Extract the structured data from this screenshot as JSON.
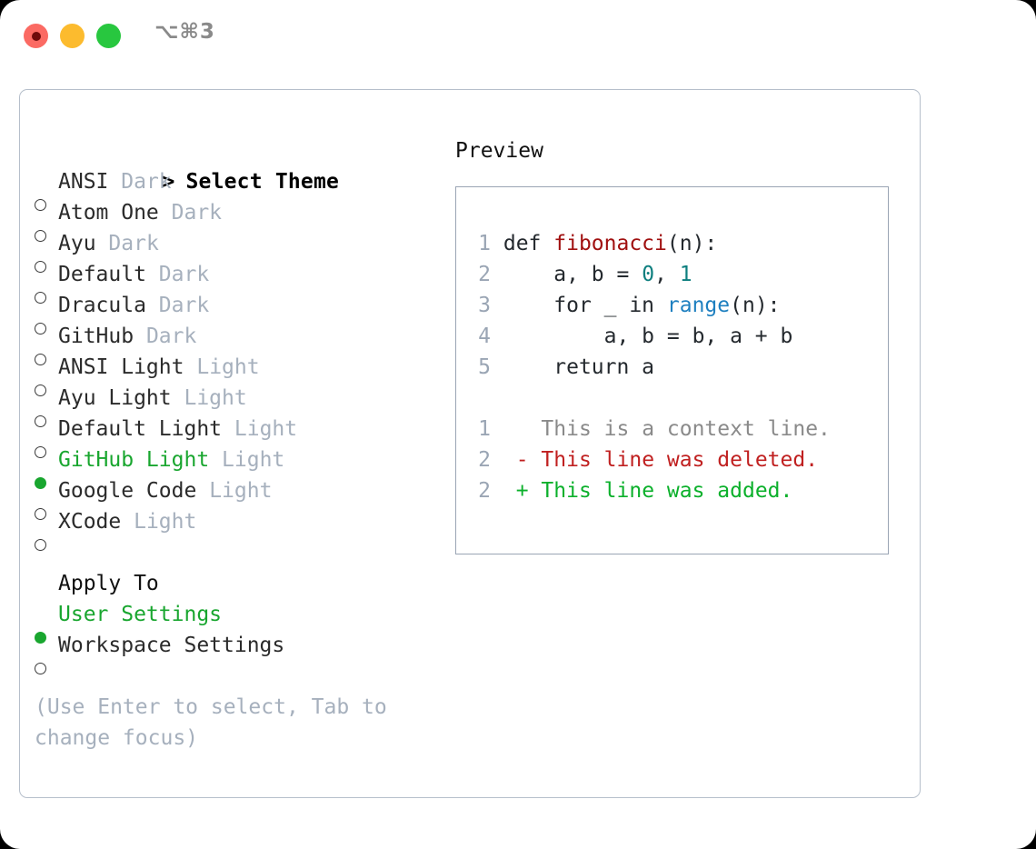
{
  "window": {
    "shortcut_label": "⌥⌘3",
    "traffic_lights": [
      {
        "name": "close",
        "color": "#fb6a63"
      },
      {
        "name": "minimize",
        "color": "#fcbb2e"
      },
      {
        "name": "zoom",
        "color": "#28c73f"
      }
    ]
  },
  "theme_picker": {
    "header_caret": ">",
    "header_label": "Select Theme",
    "items": [
      {
        "label": "ANSI",
        "tag": "Dark",
        "selected": false
      },
      {
        "label": "Atom One",
        "tag": "Dark",
        "selected": false
      },
      {
        "label": "Ayu",
        "tag": "Dark",
        "selected": false
      },
      {
        "label": "Default",
        "tag": "Dark",
        "selected": false
      },
      {
        "label": "Dracula",
        "tag": "Dark",
        "selected": false
      },
      {
        "label": "GitHub",
        "tag": "Dark",
        "selected": false
      },
      {
        "label": "ANSI Light",
        "tag": "Light",
        "selected": false
      },
      {
        "label": "Ayu Light",
        "tag": "Light",
        "selected": false
      },
      {
        "label": "Default Light",
        "tag": "Light",
        "selected": false
      },
      {
        "label": "GitHub Light",
        "tag": "Light",
        "selected": true
      },
      {
        "label": "Google Code",
        "tag": "Light",
        "selected": false
      },
      {
        "label": "XCode",
        "tag": "Light",
        "selected": false
      }
    ]
  },
  "apply_to": {
    "header_label": "Apply To",
    "items": [
      {
        "label": "User Settings",
        "selected": true
      },
      {
        "label": "Workspace Settings",
        "selected": false
      }
    ]
  },
  "hint": {
    "text": "(Use Enter to select, Tab to change focus)"
  },
  "preview": {
    "title": "Preview",
    "code_lines": [
      {
        "number": "1",
        "tokens": [
          {
            "text": "def ",
            "kind": "kw"
          },
          {
            "text": "fibonacci",
            "kind": "fn"
          },
          {
            "text": "(n):",
            "kind": "plain"
          }
        ]
      },
      {
        "number": "2",
        "tokens": [
          {
            "text": "    a, b = ",
            "kind": "plain"
          },
          {
            "text": "0",
            "kind": "num"
          },
          {
            "text": ", ",
            "kind": "plain"
          },
          {
            "text": "1",
            "kind": "num"
          }
        ]
      },
      {
        "number": "3",
        "tokens": [
          {
            "text": "    for _ in ",
            "kind": "kw"
          },
          {
            "text": "range",
            "kind": "call"
          },
          {
            "text": "(n):",
            "kind": "plain"
          }
        ]
      },
      {
        "number": "4",
        "tokens": [
          {
            "text": "        a, b = b, a + b",
            "kind": "plain"
          }
        ]
      },
      {
        "number": "5",
        "tokens": [
          {
            "text": "    return a",
            "kind": "kw"
          }
        ]
      }
    ],
    "diff_lines": [
      {
        "number": "1",
        "marker": " ",
        "text": "This is a context line.",
        "kind": "context"
      },
      {
        "number": "2",
        "marker": "-",
        "text": "This line was deleted.",
        "kind": "deleted"
      },
      {
        "number": "2",
        "marker": "+",
        "text": "This line was added.",
        "kind": "added"
      }
    ]
  },
  "colors": {
    "accent_green": "#19a62f",
    "muted": "#a6b0bd",
    "border": "#9aa5b4",
    "panel_border": "#b6bfcb",
    "code_fn": "#a01010",
    "code_num": "#0e7f7f",
    "code_call": "#1f80c0",
    "diff_deleted": "#c02020",
    "diff_added": "#0bb02b",
    "diff_context": "#8a8a8a"
  }
}
